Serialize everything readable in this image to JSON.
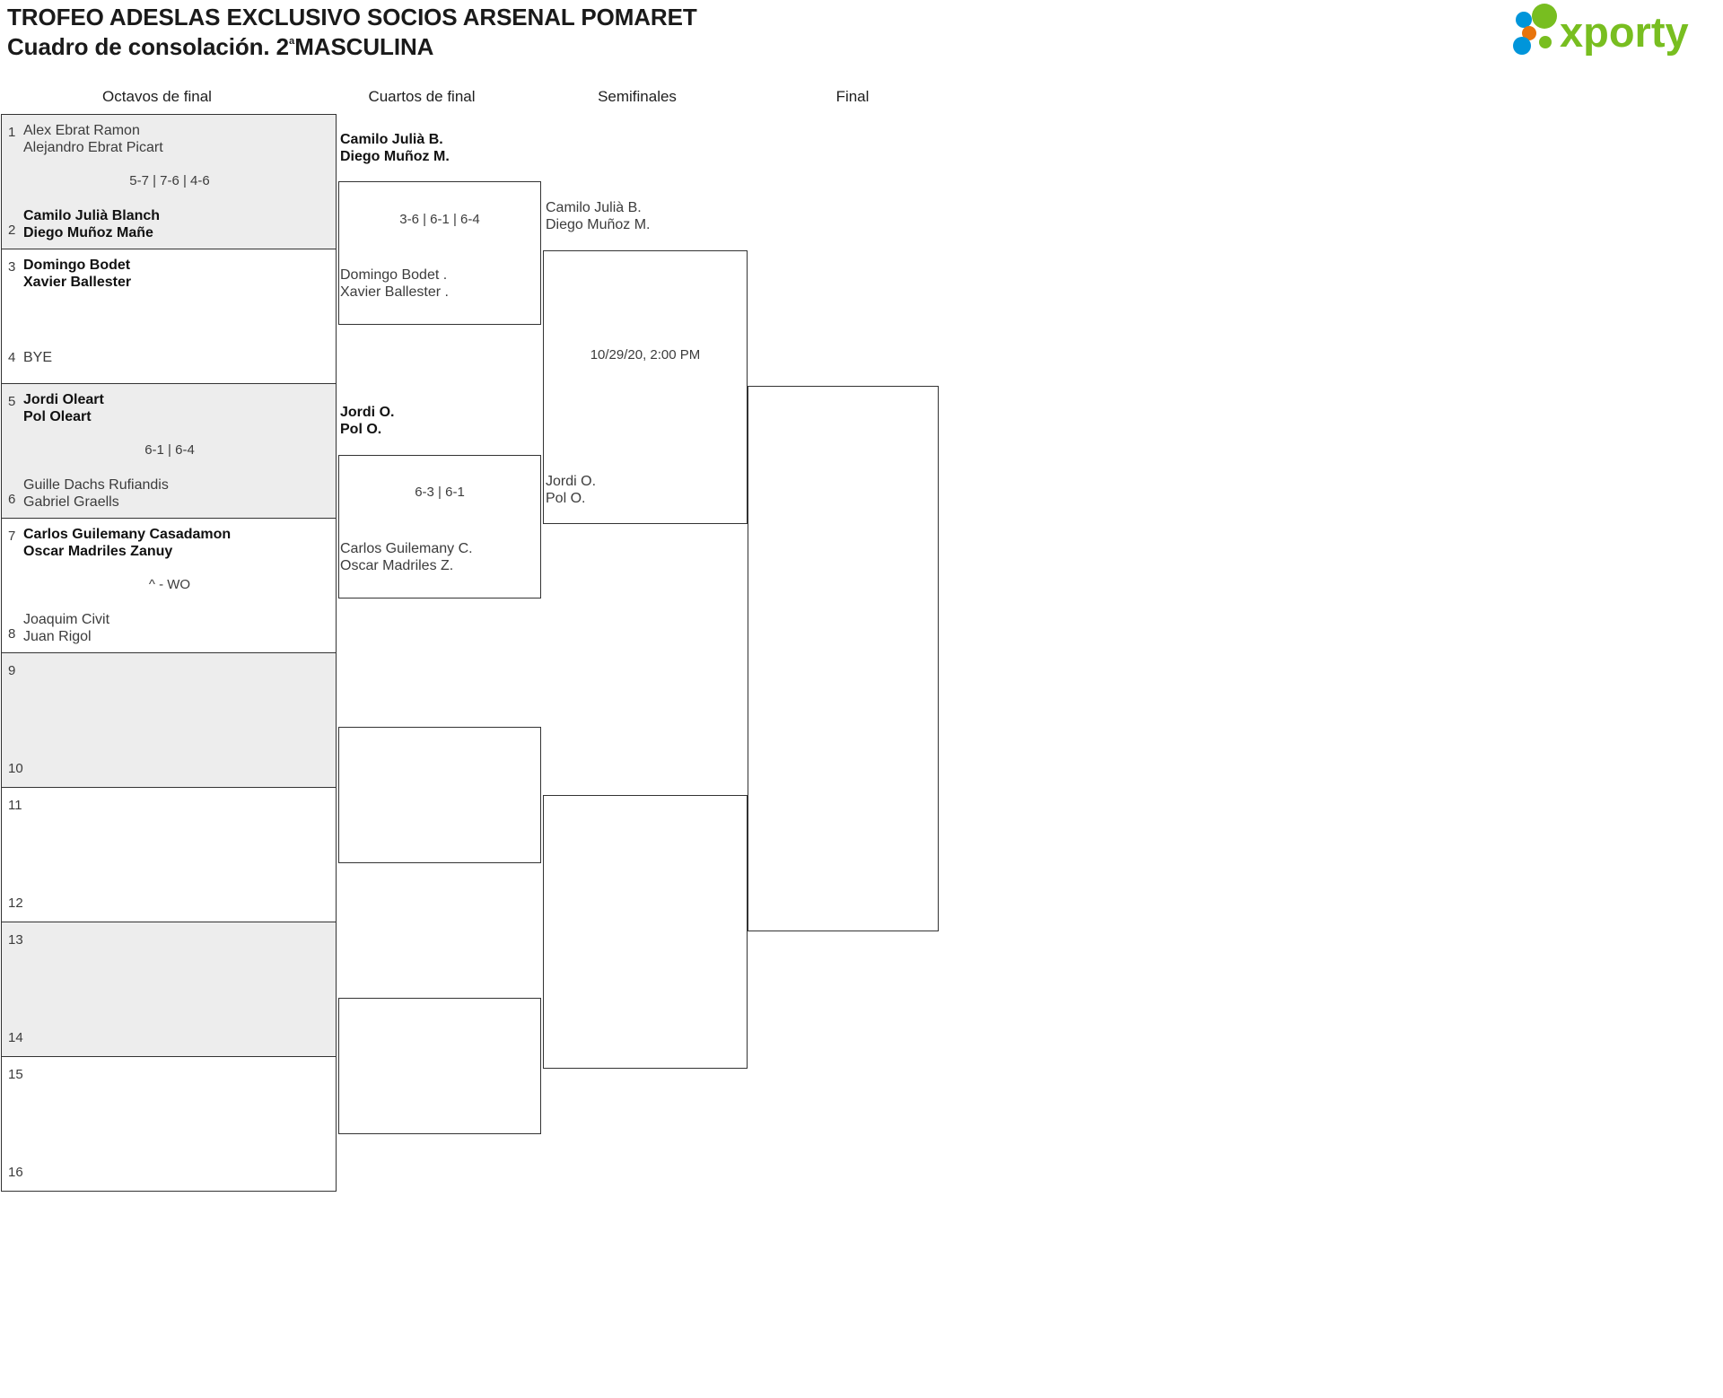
{
  "header": {
    "title_line1": "TROFEO ADESLAS EXCLUSIVO SOCIOS ARSENAL POMARET",
    "title_line2_prefix": "Cuadro de consolación. 2",
    "title_line2_ordinal": "ª",
    "title_line2_suffix": "MASCULINA",
    "logo_text": "xporty",
    "logo_colors": {
      "green": "#78be20",
      "blue": "#0095da",
      "orange": "#e8740c"
    }
  },
  "rounds": [
    {
      "id": "octavos",
      "label": "Octavos de final"
    },
    {
      "id": "cuartos",
      "label": "Cuartos de final"
    },
    {
      "id": "semis",
      "label": "Semifinales"
    },
    {
      "id": "final",
      "label": "Final"
    }
  ],
  "round1": {
    "matches": [
      {
        "shaded": true,
        "score": "5-7 | 7-6 | 4-6",
        "top": {
          "seed": "1",
          "winner": false,
          "players": [
            "Alex Ebrat Ramon",
            "Alejandro Ebrat Picart"
          ]
        },
        "bottom": {
          "seed": "2",
          "winner": true,
          "players": [
            "Camilo Julià Blanch",
            "Diego Muñoz Mañe"
          ]
        }
      },
      {
        "shaded": false,
        "score": "",
        "top": {
          "seed": "3",
          "winner": true,
          "players": [
            "Domingo Bodet",
            "Xavier Ballester"
          ]
        },
        "bottom": {
          "seed": "4",
          "winner": false,
          "players": [
            "BYE"
          ],
          "bye": true
        }
      },
      {
        "shaded": true,
        "score": "6-1 | 6-4",
        "top": {
          "seed": "5",
          "winner": true,
          "players": [
            "Jordi Oleart",
            "Pol Oleart"
          ]
        },
        "bottom": {
          "seed": "6",
          "winner": false,
          "players": [
            "Guille Dachs Rufiandis",
            "Gabriel Graells"
          ]
        }
      },
      {
        "shaded": false,
        "score": "^ - WO",
        "top": {
          "seed": "7",
          "winner": true,
          "players": [
            "Carlos Guilemany Casadamon",
            "Oscar Madriles Zanuy"
          ]
        },
        "bottom": {
          "seed": "8",
          "winner": false,
          "players": [
            "Joaquim Civit",
            "Juan Rigol"
          ]
        }
      },
      {
        "shaded": true,
        "score": "",
        "top": {
          "seed": "9",
          "winner": false,
          "players": []
        },
        "bottom": {
          "seed": "10",
          "winner": false,
          "players": []
        }
      },
      {
        "shaded": false,
        "score": "",
        "top": {
          "seed": "11",
          "winner": false,
          "players": []
        },
        "bottom": {
          "seed": "12",
          "winner": false,
          "players": []
        }
      },
      {
        "shaded": true,
        "score": "",
        "top": {
          "seed": "13",
          "winner": false,
          "players": []
        },
        "bottom": {
          "seed": "14",
          "winner": false,
          "players": []
        }
      },
      {
        "shaded": false,
        "score": "",
        "top": {
          "seed": "15",
          "winner": false,
          "players": []
        },
        "bottom": {
          "seed": "16",
          "winner": false,
          "players": []
        }
      }
    ]
  },
  "round2": {
    "matches": [
      {
        "score": "3-6 | 6-1 | 6-4",
        "top": {
          "winner": true,
          "players": [
            "Camilo Julià B.",
            "Diego Muñoz M."
          ]
        },
        "bottom": {
          "winner": false,
          "players": [
            "Domingo Bodet .",
            "Xavier Ballester ."
          ]
        }
      },
      {
        "score": "6-3 | 6-1",
        "top": {
          "winner": true,
          "players": [
            "Jordi O.",
            "Pol O."
          ]
        },
        "bottom": {
          "winner": false,
          "players": [
            "Carlos Guilemany C.",
            "Oscar Madriles Z."
          ]
        }
      },
      {
        "score": "",
        "top": {
          "winner": false,
          "players": []
        },
        "bottom": {
          "winner": false,
          "players": []
        }
      },
      {
        "score": "",
        "top": {
          "winner": false,
          "players": []
        },
        "bottom": {
          "winner": false,
          "players": []
        }
      }
    ]
  },
  "round3": {
    "matches": [
      {
        "score": "10/29/20, 2:00 PM",
        "top": {
          "winner": false,
          "players": [
            "Camilo Julià B.",
            "Diego Muñoz M."
          ]
        },
        "bottom": {
          "winner": false,
          "players": [
            "Jordi O.",
            "Pol O."
          ]
        }
      },
      {
        "score": "",
        "top": {
          "winner": false,
          "players": []
        },
        "bottom": {
          "winner": false,
          "players": []
        }
      }
    ]
  },
  "round4": {
    "matches": [
      {
        "score": "",
        "top": {
          "winner": false,
          "players": []
        },
        "bottom": {
          "winner": false,
          "players": []
        }
      }
    ]
  }
}
